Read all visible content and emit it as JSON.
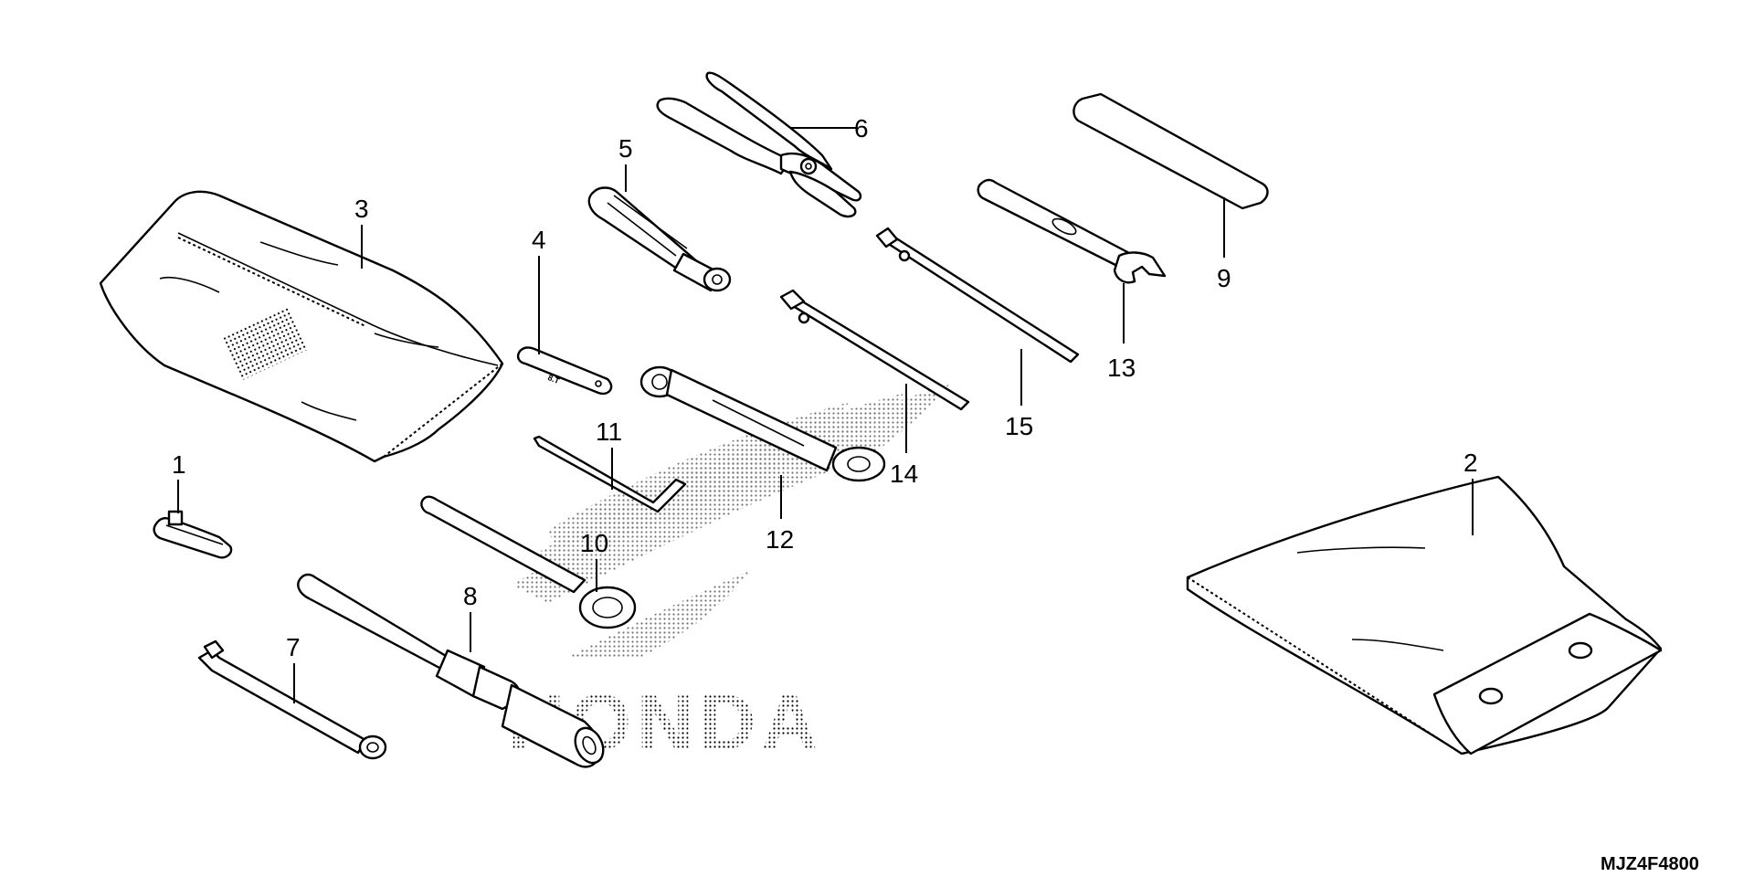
{
  "watermark": {
    "text": "HONDA"
  },
  "diagram_code": "MJZ4F4800",
  "parts": [
    {
      "key": "p1",
      "label": "1"
    },
    {
      "key": "p2",
      "label": "2"
    },
    {
      "key": "p3",
      "label": "3"
    },
    {
      "key": "p4",
      "label": "4"
    },
    {
      "key": "p5",
      "label": "5"
    },
    {
      "key": "p6",
      "label": "6"
    },
    {
      "key": "p7",
      "label": "7"
    },
    {
      "key": "p8",
      "label": "8"
    },
    {
      "key": "p9",
      "label": "9"
    },
    {
      "key": "p10",
      "label": "10"
    },
    {
      "key": "p11",
      "label": "11"
    },
    {
      "key": "p12",
      "label": "12"
    },
    {
      "key": "p13",
      "label": "13"
    },
    {
      "key": "p14",
      "label": "14"
    },
    {
      "key": "p15",
      "label": "15"
    }
  ],
  "tool_label": "8.T"
}
